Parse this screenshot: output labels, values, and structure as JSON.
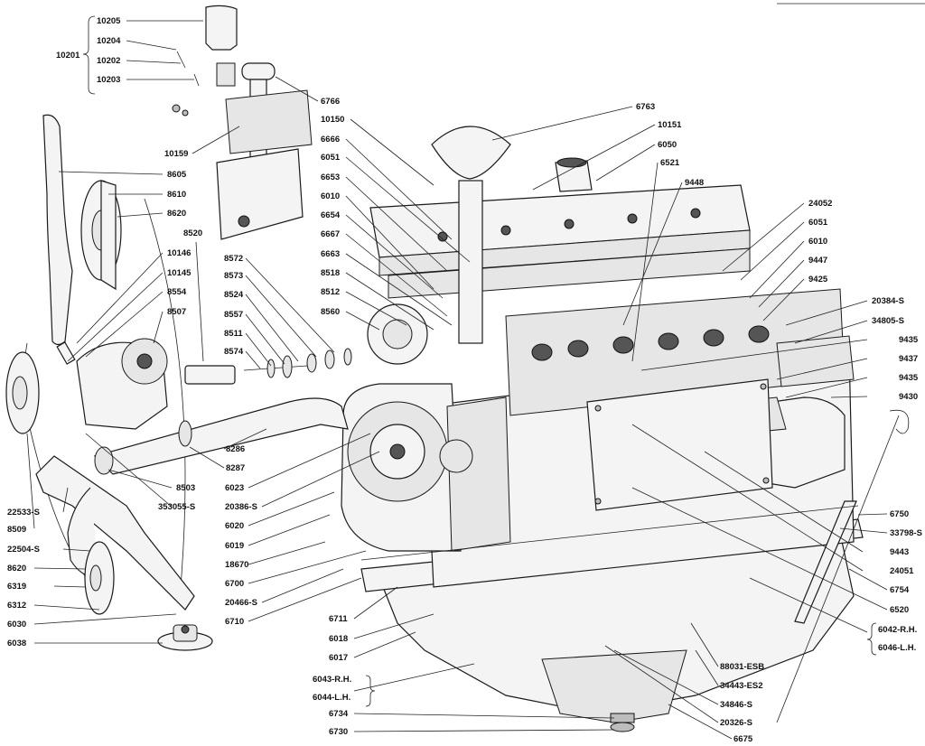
{
  "diagram": {
    "labels": {
      "L10205": "10205",
      "L10204": "10204",
      "L10202": "10202",
      "L10203": "10203",
      "L10201": "10201",
      "L6766": "6766",
      "L10159": "10159",
      "L6763": "6763",
      "L10150": "10150",
      "L10151": "10151",
      "L6666": "6666",
      "L6050": "6050",
      "L6051a": "6051",
      "L6521": "6521",
      "L6653": "6653",
      "L9448": "9448",
      "L6010a": "6010",
      "L6654": "6654",
      "L24052": "24052",
      "L6051b": "6051",
      "L6667": "6667",
      "L6010b": "6010",
      "L6663": "6663",
      "L9447": "9447",
      "L8518": "8518",
      "L9425": "9425",
      "L8512": "8512",
      "L20384S": "20384-S",
      "L8560": "8560",
      "L34805S": "34805-S",
      "L9435a": "9435",
      "L9437": "9437",
      "L9435b": "9435",
      "L9430": "9430",
      "L8605": "8605",
      "L8610": "8610",
      "L8620a": "8620",
      "L8520": "8520",
      "L10146": "10146",
      "L10145": "10145",
      "L8554": "8554",
      "L8507": "8507",
      "L8572": "8572",
      "L8573": "8573",
      "L8524": "8524",
      "L8557": "8557",
      "L8511": "8511",
      "L8574": "8574",
      "L8286": "8286",
      "L8287": "8287",
      "L8503": "8503",
      "L353055S": "353055-S",
      "L22533S": "22533-S",
      "L8509": "8509",
      "L22504S": "22504-S",
      "L8620b": "8620",
      "L6319": "6319",
      "L6312": "6312",
      "L6030": "6030",
      "L6038": "6038",
      "L6023": "6023",
      "L20386S": "20386-S",
      "L6020": "6020",
      "L6019": "6019",
      "L18670": "18670",
      "L6700": "6700",
      "L20466S": "20466-S",
      "L6710": "6710",
      "L6750": "6750",
      "L33798S": "33798-S",
      "L9443": "9443",
      "L24051": "24051",
      "L6754": "6754",
      "L6520": "6520",
      "L6042RH": "6042-R.H.",
      "L6046LH": "6046-L.H.",
      "L6711": "6711",
      "L6018": "6018",
      "L6017": "6017",
      "L6043RH": "6043-R.H.",
      "L6044LH": "6044-L.H.",
      "L6734": "6734",
      "L6730": "6730",
      "L88031ESB": "88031-ESB",
      "L34443ES2": "34443-ES2",
      "L34846S": "34846-S",
      "L20326S": "20326-S",
      "L6675": "6675"
    }
  }
}
